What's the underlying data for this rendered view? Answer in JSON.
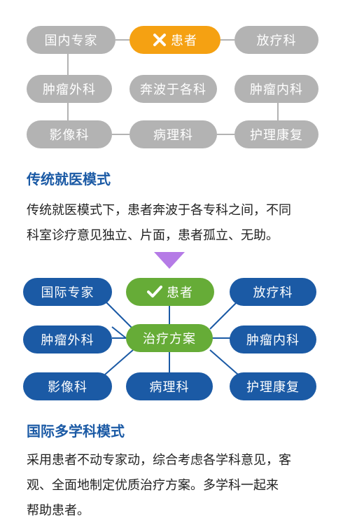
{
  "traditional": {
    "nodes": {
      "domestic_expert": "国内专家",
      "patient": "患者",
      "radiotherapy": "放疗科",
      "surgery": "肿瘤外科",
      "running_around": "奔波于各科",
      "internal": "肿瘤内科",
      "imaging": "影像科",
      "pathology": "病理科",
      "nursing": "护理康复"
    },
    "patient_icon": "cross-icon",
    "heading": "传统就医模式",
    "desc_line1": "传统就医模式下，患者奔波于各专科之间，不同",
    "desc_line2": "科室诊疗意见独立、片面，患者孤立、无助。"
  },
  "multidisciplinary": {
    "nodes": {
      "intl_expert": "国际专家",
      "patient": "患者",
      "radiotherapy": "放疗科",
      "surgery": "肿瘤外科",
      "treatment_plan": "治疗方案",
      "internal": "肿瘤内科",
      "imaging": "影像科",
      "pathology": "病理科",
      "nursing": "护理康复"
    },
    "patient_icon": "check-icon",
    "heading": "国际多学科模式",
    "desc_line1": "采用患者不动专家动，综合考虑各学科意见，客",
    "desc_line2": "观、全面地制定优质治疗方案。多学科一起来",
    "desc_line3": "帮助患者。"
  },
  "colors": {
    "gray_node": "#b3b3b3",
    "orange_node": "#f5a112",
    "blue_node": "#1b5aa5",
    "green_node": "#66ac37",
    "heading": "#1b5aa5",
    "arrow": "#b57be6"
  }
}
